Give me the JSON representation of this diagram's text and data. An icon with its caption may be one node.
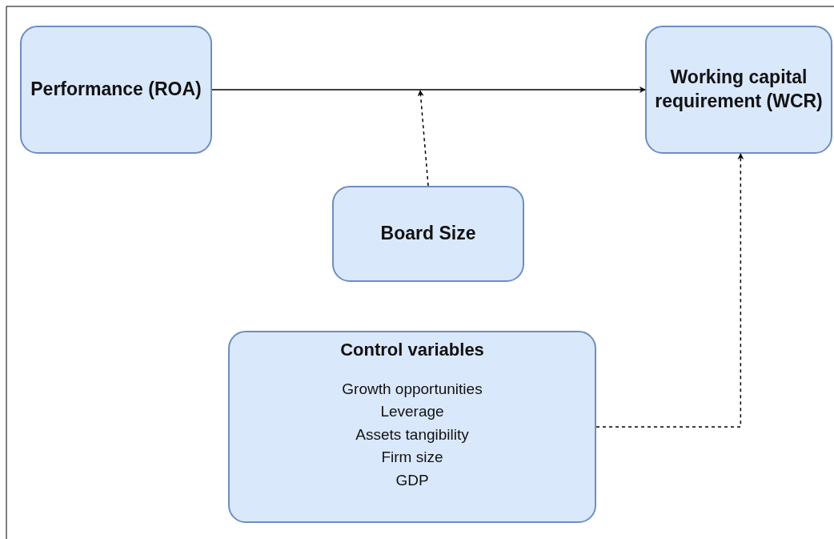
{
  "diagram": {
    "nodes": [
      {
        "text": [
          "Performance (ROA)"
        ]
      },
      {
        "text": [
          "Working capital requirement (WCR)"
        ]
      },
      {
        "text": [
          "Board Size"
        ]
      },
      {
        "text": [
          "Control variables",
          "Growth opportunities",
          "Leverage",
          "Assets tangibility",
          "Firm size",
          "GDP"
        ]
      }
    ],
    "edges": [
      {
        "from": 0,
        "to": 1,
        "arrow": "to"
      },
      {
        "from": 2,
        "to": null,
        "arrow": "to",
        "style": "dashed"
      },
      {
        "from": 3,
        "to": 1,
        "arrow": "to",
        "style": "dashed"
      }
    ]
  }
}
